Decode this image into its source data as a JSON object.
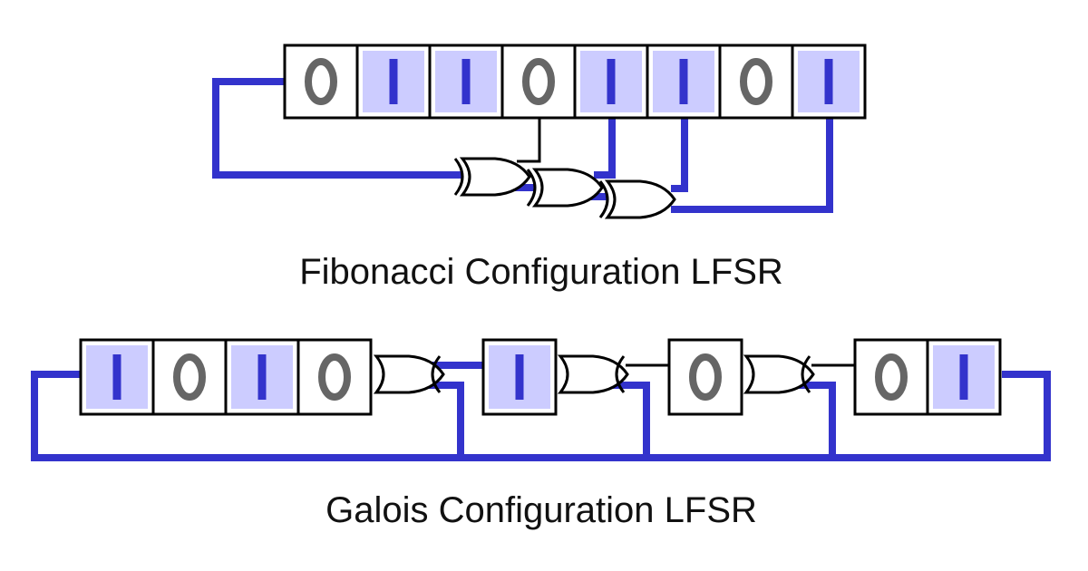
{
  "colors": {
    "feedback_wire": "#3333cc",
    "tap_cell_fill": "#ccccff",
    "one_glyph": "#3333cc",
    "zero_glyph": "#666666",
    "outline": "#000000"
  },
  "fibonacci": {
    "caption": "Fibonacci Configuration LFSR",
    "bits": [
      0,
      1,
      1,
      0,
      1,
      1,
      0,
      1
    ],
    "tapped": [
      false,
      true,
      true,
      false,
      true,
      true,
      false,
      true
    ],
    "gate_icon": "xor-gate-icon"
  },
  "galois": {
    "caption": "Galois Configuration LFSR",
    "bits": [
      1,
      0,
      1,
      0,
      1,
      0,
      0,
      1
    ],
    "tapped": [
      true,
      false,
      true,
      false,
      true,
      false,
      false,
      true
    ],
    "gate_icon": "xor-gate-icon"
  }
}
